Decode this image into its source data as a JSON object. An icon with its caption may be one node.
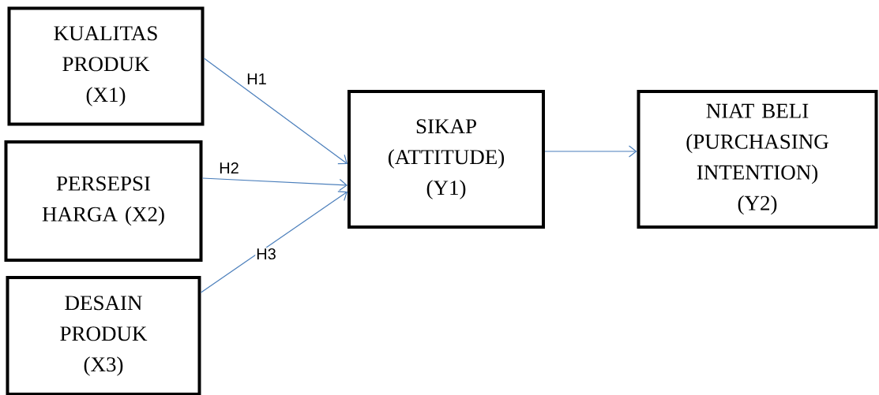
{
  "diagram": {
    "nodes": [
      {
        "text": [
          "KUALITAS PRODUK (X1)"
        ]
      },
      {
        "text": [
          "PERSEPSI HARGA (X2)"
        ]
      },
      {
        "text": [
          "DESAIN PRODUK (X3)"
        ]
      },
      {
        "text": [
          "SIKAP (ATTITUDE) (Y1)"
        ]
      },
      {
        "text": [
          "NIAT BELI (PURCHASING INTENTION) (Y2)"
        ]
      }
    ],
    "edges": [
      {
        "from": 0,
        "to": 3,
        "arrow": "to",
        "label": "H1"
      },
      {
        "from": 1,
        "to": 3,
        "arrow": "to",
        "label": "H2"
      },
      {
        "from": 2,
        "to": 3,
        "arrow": "to",
        "label": "H3"
      },
      {
        "from": 3,
        "to": 4,
        "arrow": "to"
      }
    ]
  }
}
